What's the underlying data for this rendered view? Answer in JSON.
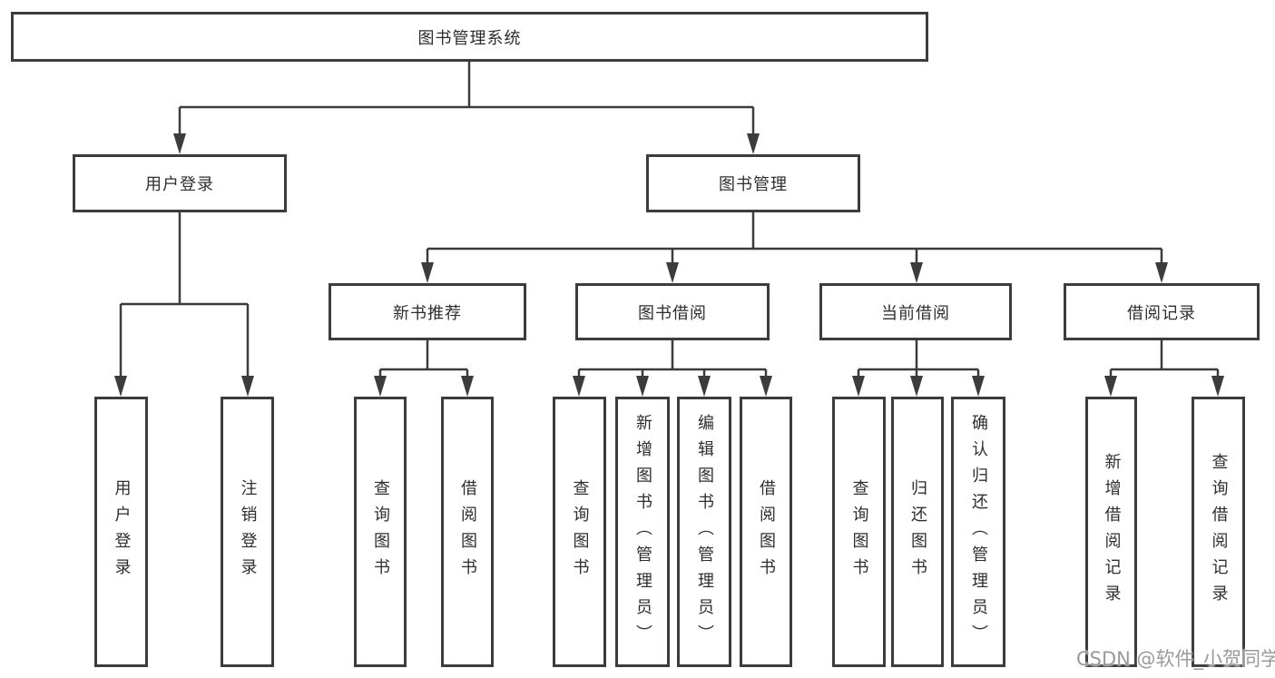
{
  "diagram": {
    "root": "图书管理系统",
    "level2": {
      "user_login": "用户登录",
      "book_management": "图书管理"
    },
    "level3": {
      "new_book_recommend": "新书推荐",
      "book_borrow": "图书借阅",
      "current_borrow": "当前借阅",
      "borrow_records": "借阅记录"
    },
    "leaves": {
      "user": [
        "用户登录",
        "注销登录"
      ],
      "new_book": [
        "查询图书",
        "借阅图书"
      ],
      "book_borrow": [
        "查询图书",
        "新增图书（管理员）",
        "编辑图书（管理员）",
        "借阅图书"
      ],
      "current_borrow": [
        "查询图书",
        "归还图书",
        "确认归还（管理员）"
      ],
      "borrow_records": [
        "新增借阅记录",
        "查询借阅记录"
      ]
    }
  },
  "watermark": "CSDN @软件_小贺同学",
  "colors": {
    "line": "#3c3c3c",
    "text": "#2e2e2e",
    "watermark": "#9a9a9a"
  }
}
